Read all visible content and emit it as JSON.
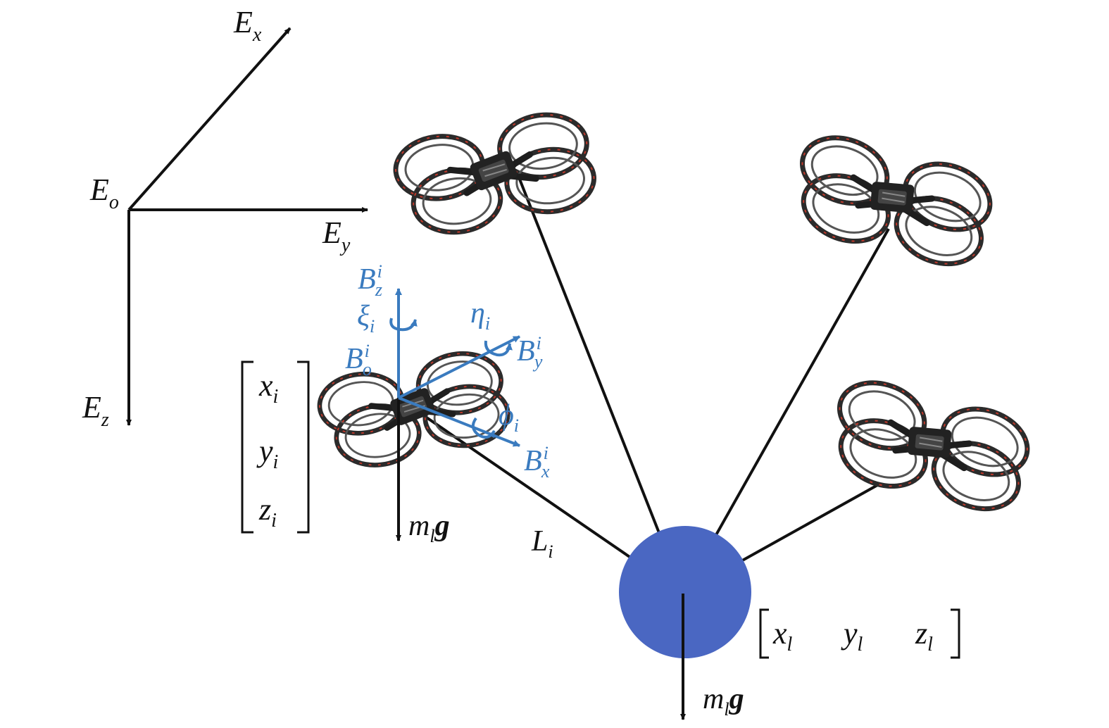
{
  "colors": {
    "ink": "#111111",
    "body_frame": "#3a7bbf",
    "payload": "#4a67c2",
    "drone_frame": "#2b2b2b",
    "drone_accent": "#c0392b"
  },
  "earth_frame": {
    "origin": {
      "main": "E",
      "sub": "o"
    },
    "x_axis": {
      "main": "E",
      "sub": "x"
    },
    "y_axis": {
      "main": "E",
      "sub": "y"
    },
    "z_axis": {
      "main": "E",
      "sub": "z"
    }
  },
  "body_frame": {
    "origin": {
      "main": "B",
      "sub": "o",
      "sup": "i"
    },
    "x_axis": {
      "main": "B",
      "sub": "x",
      "sup": "i"
    },
    "y_axis": {
      "main": "B",
      "sub": "y",
      "sup": "i"
    },
    "z_axis": {
      "main": "B",
      "sub": "z",
      "sup": "i"
    },
    "rot_z": {
      "main": "ξ",
      "sub": "i"
    },
    "rot_y": {
      "main": "η",
      "sub": "i"
    },
    "rot_x": {
      "main": "ϕ",
      "sub": "i"
    }
  },
  "drone_position": {
    "x": {
      "main": "x",
      "sub": "i"
    },
    "y": {
      "main": "y",
      "sub": "i"
    },
    "z": {
      "main": "z",
      "sub": "i"
    }
  },
  "drone_gravity": {
    "main": "m",
    "sub": "l",
    "vec": "g"
  },
  "cable_length": {
    "main": "L",
    "sub": "i"
  },
  "payload_position": {
    "x": {
      "main": "x",
      "sub": "l"
    },
    "y": {
      "main": "y",
      "sub": "l"
    },
    "z": {
      "main": "z",
      "sub": "l"
    }
  },
  "payload_gravity": {
    "main": "m",
    "sub": "l",
    "vec": "g"
  },
  "icons": [
    "quadrotor-drone-icon",
    "payload-sphere-icon"
  ]
}
